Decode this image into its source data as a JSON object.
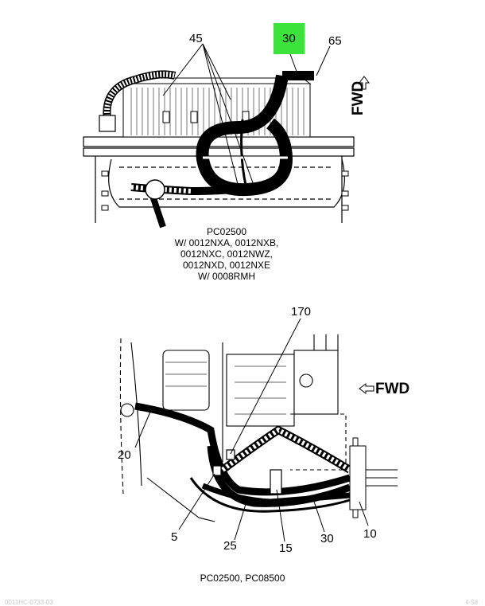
{
  "top_view": {
    "callouts": {
      "c45": "45",
      "c30": "30",
      "c65": "65"
    },
    "highlight_color": "#3be33b",
    "fwd": "FWD",
    "caption": {
      "line1": "PC02500",
      "line2": "W/ 0012NXA, 0012NXB,",
      "line3": "0012NXC, 0012NWZ,",
      "line4": "0012NXD, 0012NXE",
      "line5": "W/ 0008RMH"
    }
  },
  "bottom_view": {
    "callouts": {
      "c170": "170",
      "c20": "20",
      "c5": "5",
      "c25": "25",
      "c15": "15",
      "c30": "30",
      "c10": "10"
    },
    "fwd": "FWD",
    "caption": "PC02500, PC08500"
  },
  "footer": {
    "left": "0011HC-0733-03",
    "right": "4-58"
  }
}
